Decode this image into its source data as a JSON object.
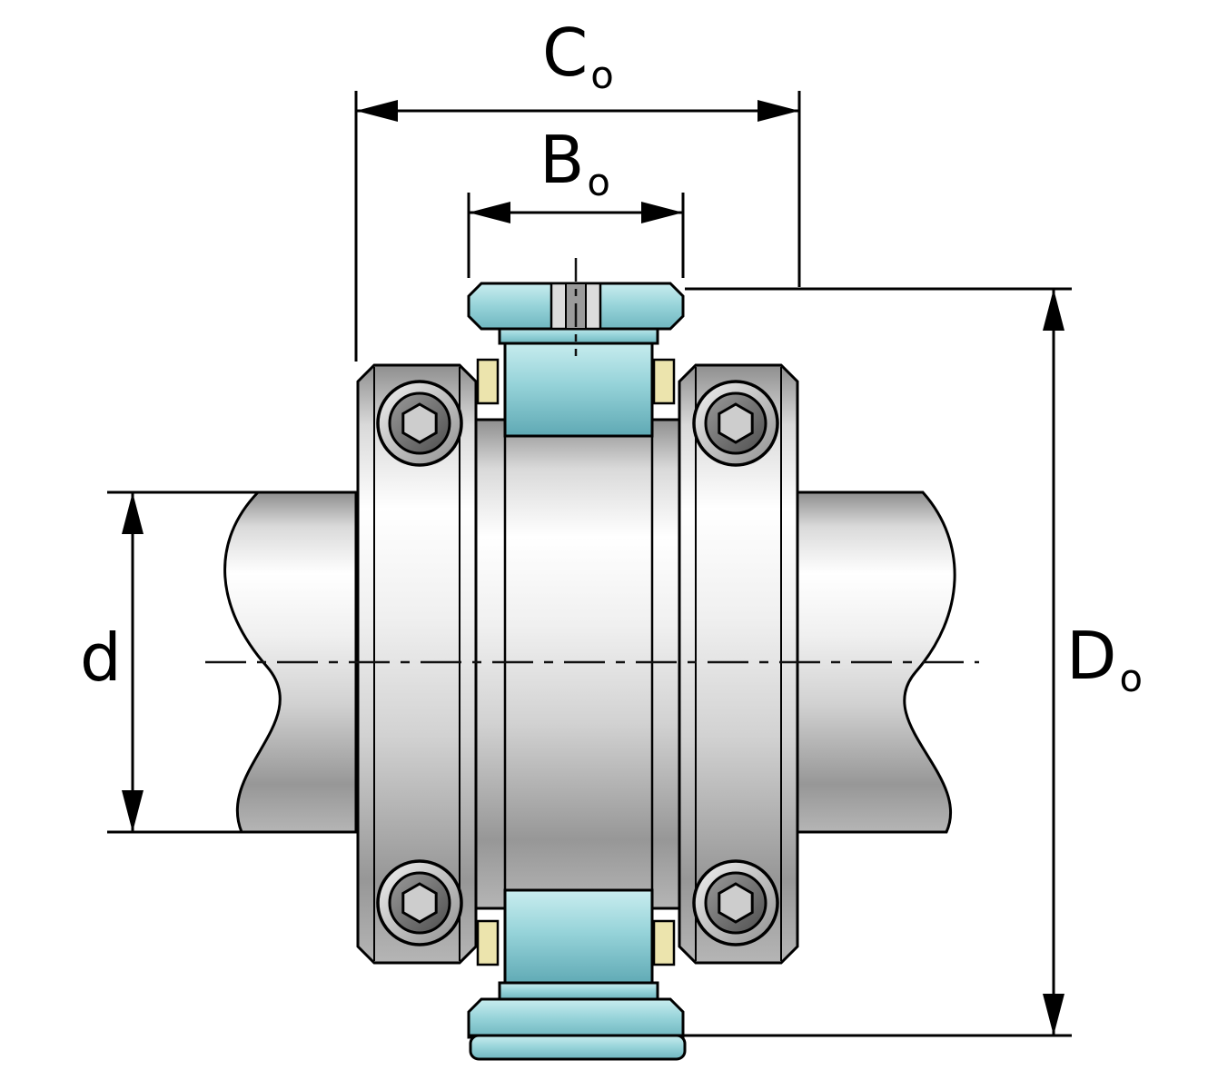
{
  "labels": {
    "c0": {
      "symbol": "C",
      "subscript": "o"
    },
    "b0": {
      "symbol": "B",
      "subscript": "o"
    },
    "d": {
      "symbol": "d",
      "subscript": ""
    },
    "d0": {
      "symbol": "D",
      "subscript": "o"
    }
  },
  "colors": {
    "background": "#ffffff",
    "outline": "#000000",
    "centerline": "#111111",
    "teal_light": "#c9edef",
    "teal": "#96d3d9",
    "teal_dark": "#5fa9b4",
    "cream": "#ece4ad",
    "metal_highlight": "#ffffff",
    "metal_mid": "#d2d2d2",
    "metal_shadow": "#8e8e8e",
    "screw_dark": "#4f4f4f"
  }
}
